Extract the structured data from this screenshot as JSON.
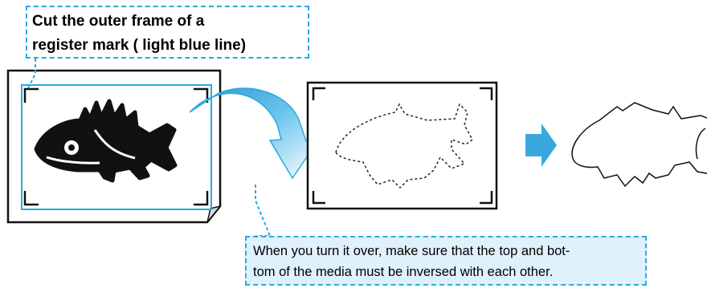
{
  "callouts": {
    "top": {
      "line1": "Cut the outer frame of a",
      "line2": "register mark ( light blue line)"
    },
    "bottom": {
      "line1": "When you turn it over, make sure that the top and bot-",
      "line2": "tom of the media must be inversed with each other."
    }
  },
  "colors": {
    "accent": "#29a9e1",
    "arrow": "#3aa8df",
    "callout_bg": "#dff1fb"
  },
  "icons": [
    "fish-icon",
    "curved-arrow-icon",
    "right-arrow-icon",
    "fish-outline-icon"
  ]
}
